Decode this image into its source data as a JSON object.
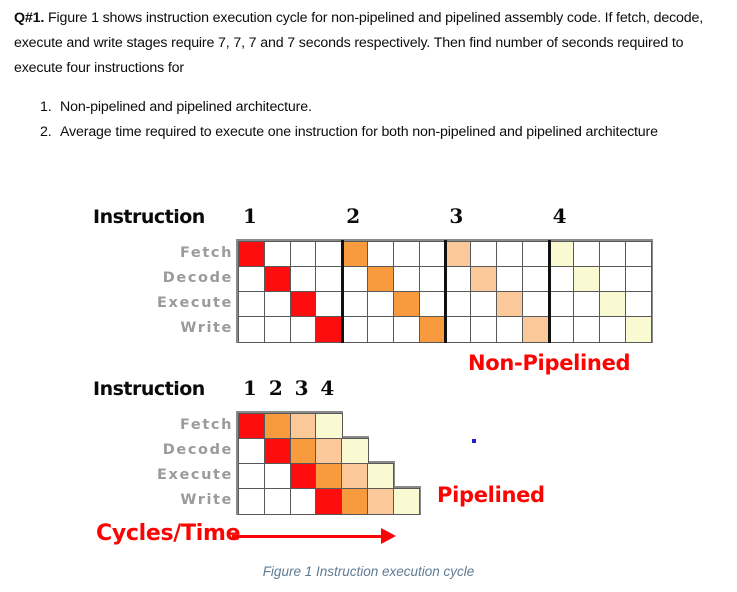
{
  "question": {
    "label": "Q#1.",
    "body": " Figure 1 shows instruction execution cycle for non-pipelined and pipelined assembly code. If fetch, decode, execute and write stages require 7, 7, 7 and 7 seconds respectively. Then find number of seconds required to execute four instructions for",
    "items": [
      {
        "num": "1.",
        "text": "Non-pipelined and pipelined architecture."
      },
      {
        "num": "2.",
        "text": "Average time required to execute one instruction for both non-pipelined and pipelined architecture"
      }
    ]
  },
  "figure": {
    "caption": "Figure 1 Instruction execution cycle",
    "axis_label": "Cycles/Time",
    "stages": [
      "Fetch",
      "Decode",
      "Execute",
      "Write"
    ],
    "colors": {
      "instruction_1": "#fd0d0d",
      "instruction_2": "#f89b3f",
      "instruction_3": "#fbc89a",
      "instruction_4": "#fafad2",
      "empty": "#ffffff",
      "grid_line": "#595959",
      "label_text": "#9b9b9b",
      "red_text": "#fb0404",
      "caption_text": "#5f7b93"
    },
    "non_pipelined": {
      "header": "Instruction",
      "badge": "Non-Pipelined",
      "column_numbers": [
        "1",
        "2",
        "3",
        "4"
      ],
      "columns": 16,
      "rows": 4,
      "group_size": 4,
      "filled": [
        {
          "row": 0,
          "col": 0,
          "instruction": 1
        },
        {
          "row": 1,
          "col": 1,
          "instruction": 1
        },
        {
          "row": 2,
          "col": 2,
          "instruction": 1
        },
        {
          "row": 3,
          "col": 3,
          "instruction": 1
        },
        {
          "row": 0,
          "col": 4,
          "instruction": 2
        },
        {
          "row": 1,
          "col": 5,
          "instruction": 2
        },
        {
          "row": 2,
          "col": 6,
          "instruction": 2
        },
        {
          "row": 3,
          "col": 7,
          "instruction": 2
        },
        {
          "row": 0,
          "col": 8,
          "instruction": 3
        },
        {
          "row": 1,
          "col": 9,
          "instruction": 3
        },
        {
          "row": 2,
          "col": 10,
          "instruction": 3
        },
        {
          "row": 3,
          "col": 11,
          "instruction": 3
        },
        {
          "row": 0,
          "col": 12,
          "instruction": 4
        },
        {
          "row": 1,
          "col": 13,
          "instruction": 4
        },
        {
          "row": 2,
          "col": 14,
          "instruction": 4
        },
        {
          "row": 3,
          "col": 15,
          "instruction": 4
        }
      ]
    },
    "pipelined": {
      "header": "Instruction",
      "badge": "Pipelined",
      "column_numbers": [
        "1",
        "2",
        "3",
        "4"
      ],
      "rows": 4,
      "row_lengths": [
        4,
        5,
        6,
        7
      ],
      "filled": [
        {
          "row": 0,
          "col": 0,
          "instruction": 1
        },
        {
          "row": 0,
          "col": 1,
          "instruction": 2
        },
        {
          "row": 0,
          "col": 2,
          "instruction": 3
        },
        {
          "row": 0,
          "col": 3,
          "instruction": 4
        },
        {
          "row": 1,
          "col": 1,
          "instruction": 1
        },
        {
          "row": 1,
          "col": 2,
          "instruction": 2
        },
        {
          "row": 1,
          "col": 3,
          "instruction": 3
        },
        {
          "row": 1,
          "col": 4,
          "instruction": 4
        },
        {
          "row": 2,
          "col": 2,
          "instruction": 1
        },
        {
          "row": 2,
          "col": 3,
          "instruction": 2
        },
        {
          "row": 2,
          "col": 4,
          "instruction": 3
        },
        {
          "row": 2,
          "col": 5,
          "instruction": 4
        },
        {
          "row": 3,
          "col": 3,
          "instruction": 1
        },
        {
          "row": 3,
          "col": 4,
          "instruction": 2
        },
        {
          "row": 3,
          "col": 5,
          "instruction": 3
        },
        {
          "row": 3,
          "col": 6,
          "instruction": 4
        }
      ]
    }
  }
}
